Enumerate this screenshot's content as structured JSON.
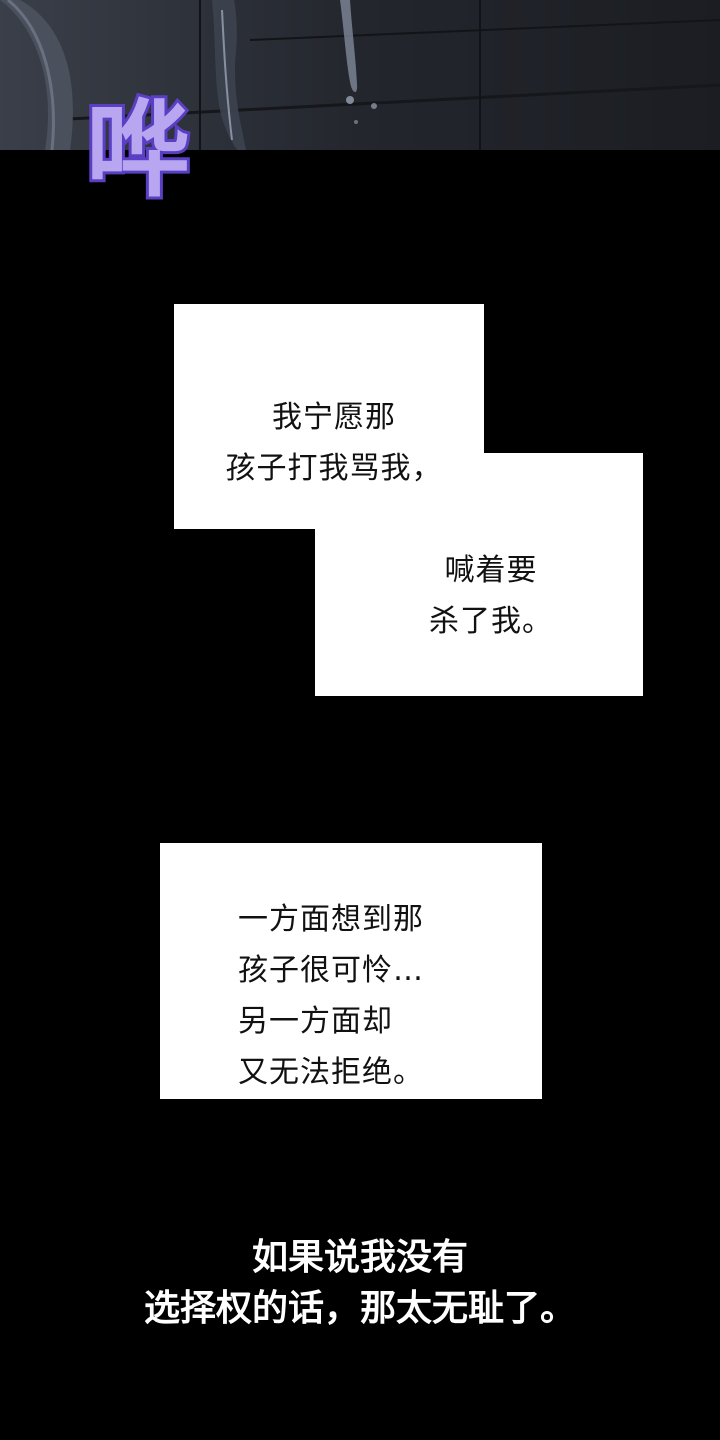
{
  "sfx": {
    "text": "哗"
  },
  "bubble1": {
    "lines": [
      "我宁愿那",
      "孩子打我骂我，"
    ]
  },
  "bubble2": {
    "lines": [
      "喊着要",
      "杀了我。"
    ]
  },
  "bubble3": {
    "lines": [
      "一方面想到那",
      "孩子很可怜…",
      "另一方面却",
      "又无法拒绝。"
    ]
  },
  "narration": {
    "lines": [
      "如果说我没有",
      "选择权的话，那太无耻了。"
    ]
  },
  "colors": {
    "background": "#000000",
    "panel_dark": "#1c1f25",
    "sfx_fill": "#b8a6f0",
    "sfx_outline": "#5a3fc4"
  }
}
